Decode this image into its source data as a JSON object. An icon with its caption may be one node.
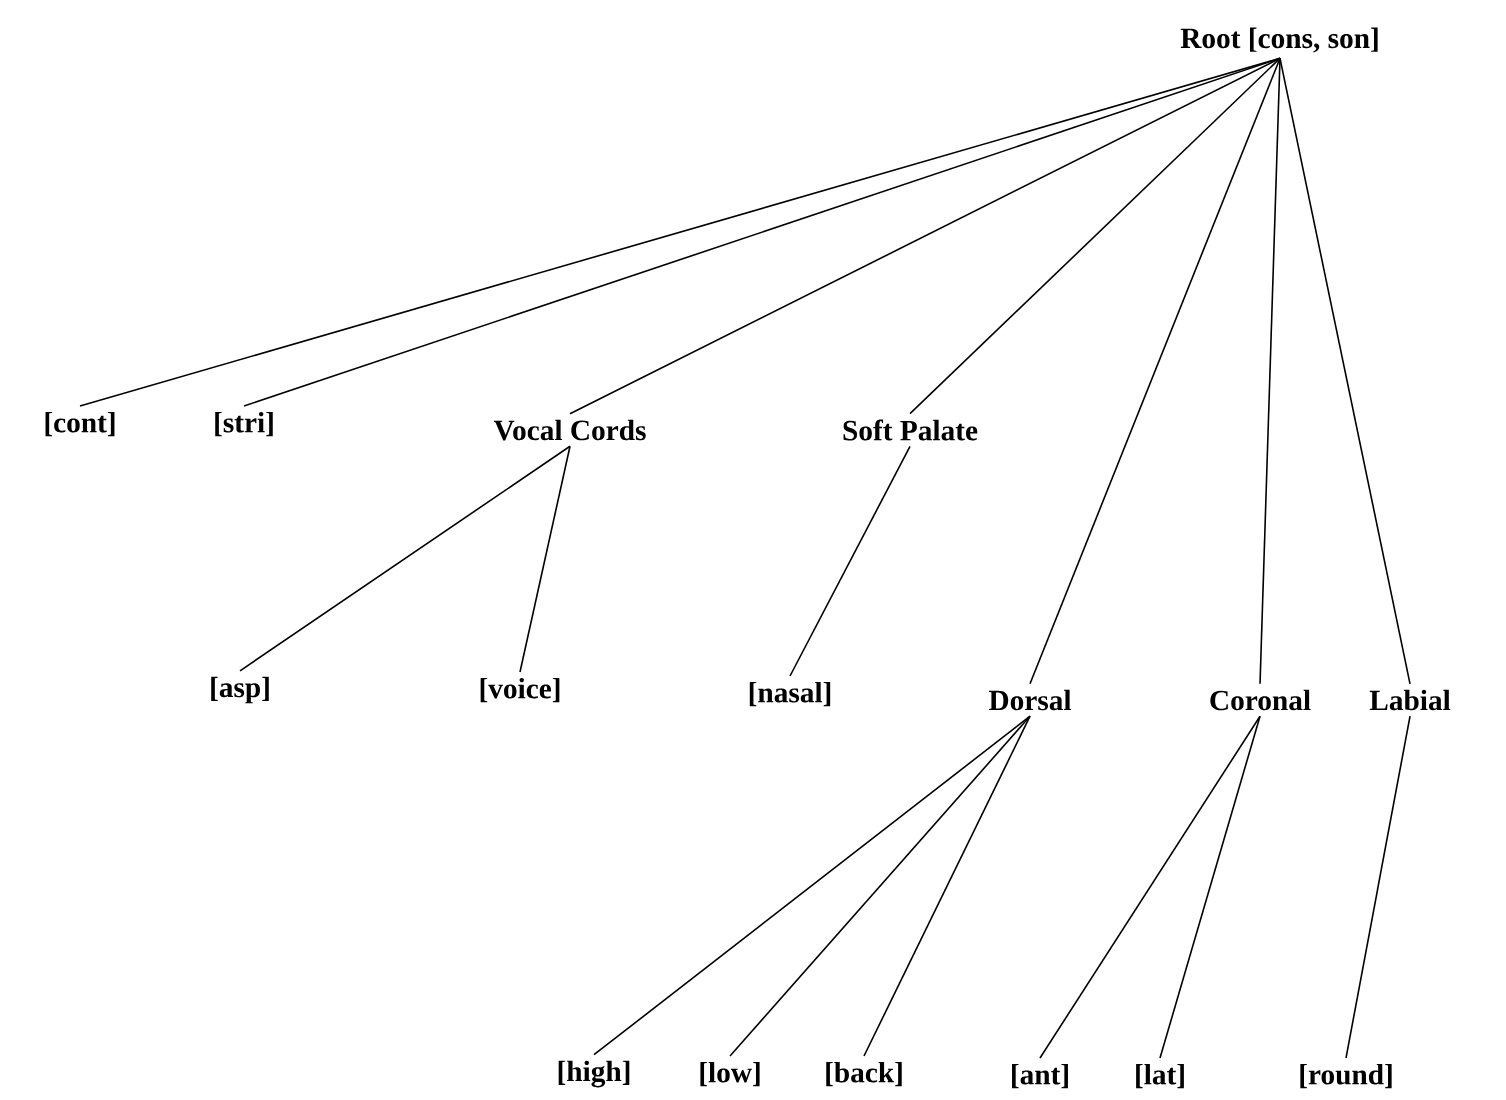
{
  "diagram": {
    "nodes": [
      {
        "text": [
          "Root [cons, son]"
        ]
      },
      {
        "text": [
          "[cont]"
        ]
      },
      {
        "text": [
          "[stri]"
        ]
      },
      {
        "text": [
          "Vocal Cords"
        ]
      },
      {
        "text": [
          "Soft Palate"
        ]
      },
      {
        "text": [
          "[asp]"
        ]
      },
      {
        "text": [
          "[voice]"
        ]
      },
      {
        "text": [
          "[nasal]"
        ]
      },
      {
        "text": [
          "Dorsal"
        ]
      },
      {
        "text": [
          "Coronal"
        ]
      },
      {
        "text": [
          "Labial"
        ]
      },
      {
        "text": [
          "[high]"
        ]
      },
      {
        "text": [
          "[low]"
        ]
      },
      {
        "text": [
          "[back]"
        ]
      },
      {
        "text": [
          "[ant]"
        ]
      },
      {
        "text": [
          "[lat]"
        ]
      },
      {
        "text": [
          "[round]"
        ]
      }
    ],
    "edges": [
      {
        "from": 0,
        "to": 1,
        "arrow": "none"
      },
      {
        "from": 0,
        "to": 2,
        "arrow": "none"
      },
      {
        "from": 0,
        "to": 3,
        "arrow": "none"
      },
      {
        "from": 0,
        "to": 4,
        "arrow": "none"
      },
      {
        "from": 0,
        "to": 8,
        "arrow": "none"
      },
      {
        "from": 0,
        "to": 9,
        "arrow": "none"
      },
      {
        "from": 0,
        "to": 10,
        "arrow": "none"
      },
      {
        "from": 3,
        "to": 5,
        "arrow": "none"
      },
      {
        "from": 3,
        "to": 6,
        "arrow": "none"
      },
      {
        "from": 4,
        "to": 7,
        "arrow": "none"
      },
      {
        "from": 8,
        "to": 11,
        "arrow": "none"
      },
      {
        "from": 8,
        "to": 12,
        "arrow": "none"
      },
      {
        "from": 8,
        "to": 13,
        "arrow": "none"
      },
      {
        "from": 9,
        "to": 14,
        "arrow": "none"
      },
      {
        "from": 9,
        "to": 15,
        "arrow": "none"
      },
      {
        "from": 10,
        "to": 16,
        "arrow": "none"
      }
    ]
  }
}
